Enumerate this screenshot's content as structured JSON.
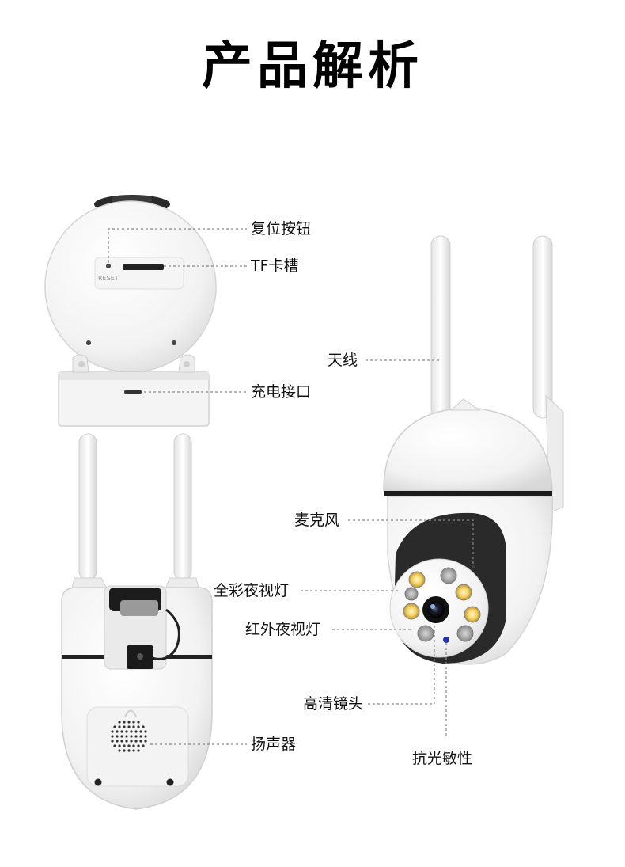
{
  "title": "产品解析",
  "reset_marking": "RESET",
  "labels": {
    "reset_button": "复位按钮",
    "tf_slot": "TF卡槽",
    "charging_port": "充电接口",
    "antenna": "天线",
    "microphone": "麦克风",
    "full_color_night_vision": "全彩夜视灯",
    "ir_night_vision": "红外夜视灯",
    "hd_lens": "高清镜头",
    "photosensitive": "抗光敏性",
    "speaker": "扬声器"
  }
}
